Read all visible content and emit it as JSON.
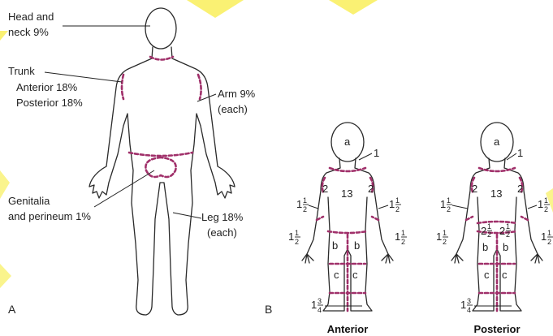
{
  "adult": {
    "panel_letter": "A",
    "head_neck": [
      "Head and",
      "neck 9%"
    ],
    "trunk": [
      "Trunk",
      "Anterior 18%",
      "Posterior 18%"
    ],
    "arm": [
      "Arm 9%",
      "(each)"
    ],
    "genitalia": [
      "Genitalia",
      "and perineum 1%"
    ],
    "leg": [
      "Leg 18%",
      "(each)"
    ]
  },
  "child": {
    "panel_letter": "B",
    "anterior_caption": "Anterior",
    "posterior_caption": "Posterior",
    "head": "a",
    "neck": "1",
    "trunk": "13",
    "upper_arm": "2",
    "thigh": "b",
    "lower_leg": "c",
    "buttock": "2",
    "fraction_whole": "1",
    "half_num": "1",
    "half_den": "2",
    "foot_num": "3",
    "foot_den": "4"
  },
  "colors": {
    "zone_boundary": "#a0306a",
    "outline": "#2a2a2a",
    "watermark": "#f5e600"
  }
}
